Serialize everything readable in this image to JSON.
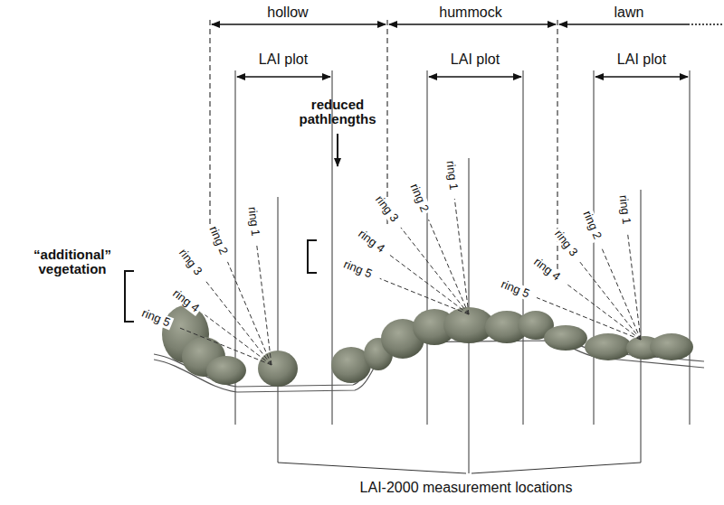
{
  "diagram": {
    "labels": [
      "hollow",
      "hummock",
      "lawn",
      "LAI plot",
      "LAI plot",
      "LAI plot",
      "reduced pathlengths",
      "“additional” vegetation",
      "ring 1",
      "ring 2",
      "ring 3",
      "ring 4",
      "ring 5",
      "ring 1",
      "ring 2",
      "ring 3",
      "ring 4",
      "ring 5",
      "ring 1",
      "ring 2",
      "ring 3",
      "ring 4",
      "ring 5",
      "LAI-2000 measurement locations"
    ]
  }
}
